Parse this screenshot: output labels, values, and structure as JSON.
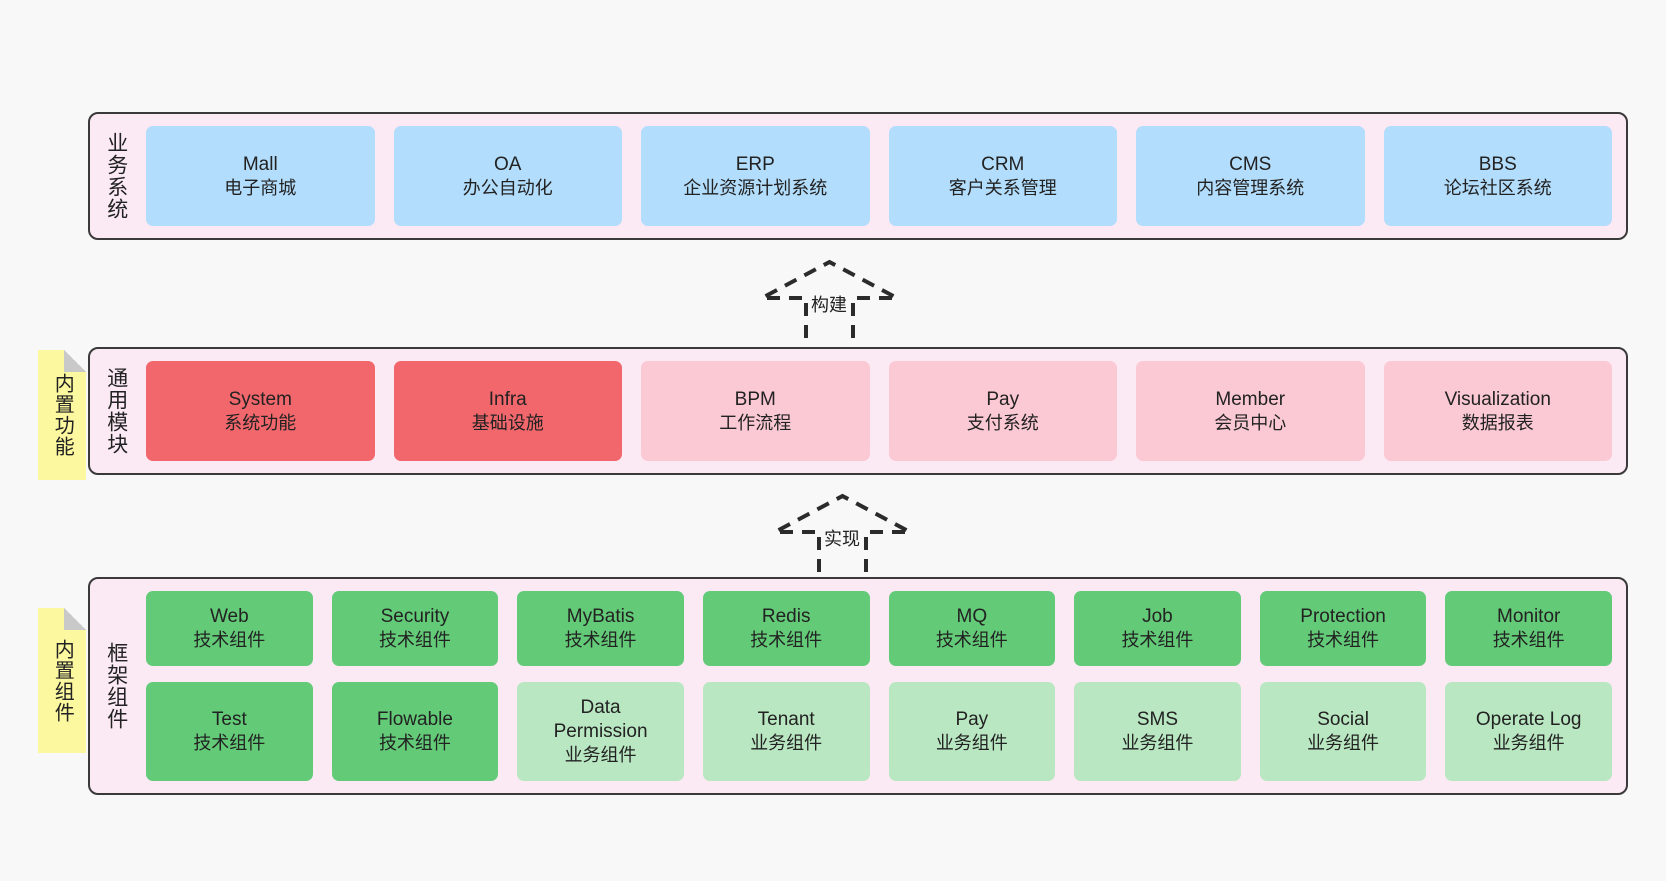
{
  "diagram": {
    "background_color": "#f8f8f8",
    "band_fill": "#fbeaf4",
    "band_border": "#3a3a3a",
    "note_fill": "#fbf8a0"
  },
  "layers": [
    {
      "id": "business",
      "title": "业务系统",
      "note": null,
      "rows": [
        {
          "cells": [
            {
              "en": "Mall",
              "cn": "电子商城",
              "color": "#b3ddfc",
              "variant": "c-blue"
            },
            {
              "en": "OA",
              "cn": "办公自动化",
              "color": "#b3ddfc",
              "variant": "c-blue"
            },
            {
              "en": "ERP",
              "cn": "企业资源计划系统",
              "color": "#b3ddfc",
              "variant": "c-blue"
            },
            {
              "en": "CRM",
              "cn": "客户关系管理",
              "color": "#b3ddfc",
              "variant": "c-blue"
            },
            {
              "en": "CMS",
              "cn": "内容管理系统",
              "color": "#b3ddfc",
              "variant": "c-blue"
            },
            {
              "en": "BBS",
              "cn": "论坛社区系统",
              "color": "#b3ddfc",
              "variant": "c-blue"
            }
          ]
        }
      ]
    },
    {
      "id": "common",
      "title": "通用模块",
      "note": "内置功能",
      "rows": [
        {
          "cells": [
            {
              "en": "System",
              "cn": "系统功能",
              "color": "#f2676c",
              "variant": "c-red"
            },
            {
              "en": "Infra",
              "cn": "基础设施",
              "color": "#f2676c",
              "variant": "c-red"
            },
            {
              "en": "BPM",
              "cn": "工作流程",
              "color": "#fbc9d4",
              "variant": "c-pink"
            },
            {
              "en": "Pay",
              "cn": "支付系统",
              "color": "#fbc9d4",
              "variant": "c-pink"
            },
            {
              "en": "Member",
              "cn": "会员中心",
              "color": "#fbc9d4",
              "variant": "c-pink"
            },
            {
              "en": "Visualization",
              "cn": "数据报表",
              "color": "#fbc9d4",
              "variant": "c-pink"
            }
          ]
        }
      ]
    },
    {
      "id": "framework",
      "title": "框架组件",
      "note": "内置组件",
      "rows": [
        {
          "cells": [
            {
              "en": "Web",
              "cn": "技术组件",
              "color": "#63ca78",
              "variant": "c-green"
            },
            {
              "en": "Security",
              "cn": "技术组件",
              "color": "#63ca78",
              "variant": "c-green"
            },
            {
              "en": "MyBatis",
              "cn": "技术组件",
              "color": "#63ca78",
              "variant": "c-green"
            },
            {
              "en": "Redis",
              "cn": "技术组件",
              "color": "#63ca78",
              "variant": "c-green"
            },
            {
              "en": "MQ",
              "cn": "技术组件",
              "color": "#63ca78",
              "variant": "c-green"
            },
            {
              "en": "Job",
              "cn": "技术组件",
              "color": "#63ca78",
              "variant": "c-green"
            },
            {
              "en": "Protection",
              "cn": "技术组件",
              "color": "#63ca78",
              "variant": "c-green"
            },
            {
              "en": "Monitor",
              "cn": "技术组件",
              "color": "#63ca78",
              "variant": "c-green"
            }
          ]
        },
        {
          "cells": [
            {
              "en": "Test",
              "cn": "技术组件",
              "color": "#63ca78",
              "variant": "c-green"
            },
            {
              "en": "Flowable",
              "cn": "技术组件",
              "color": "#63ca78",
              "variant": "c-green"
            },
            {
              "en": "Data\nPermission",
              "cn": "业务组件",
              "color": "#b9e7c1",
              "variant": "c-lightgrn"
            },
            {
              "en": "Tenant",
              "cn": "业务组件",
              "color": "#b9e7c1",
              "variant": "c-lightgrn"
            },
            {
              "en": "Pay",
              "cn": "业务组件",
              "color": "#b9e7c1",
              "variant": "c-lightgrn"
            },
            {
              "en": "SMS",
              "cn": "业务组件",
              "color": "#b9e7c1",
              "variant": "c-lightgrn"
            },
            {
              "en": "Social",
              "cn": "业务组件",
              "color": "#b9e7c1",
              "variant": "c-lightgrn"
            },
            {
              "en": "Operate Log",
              "cn": "业务组件",
              "color": "#b9e7c1",
              "variant": "c-lightgrn"
            }
          ]
        }
      ]
    }
  ],
  "connectors": [
    {
      "id": "build",
      "label": "构建"
    },
    {
      "id": "implement",
      "label": "实现"
    }
  ]
}
